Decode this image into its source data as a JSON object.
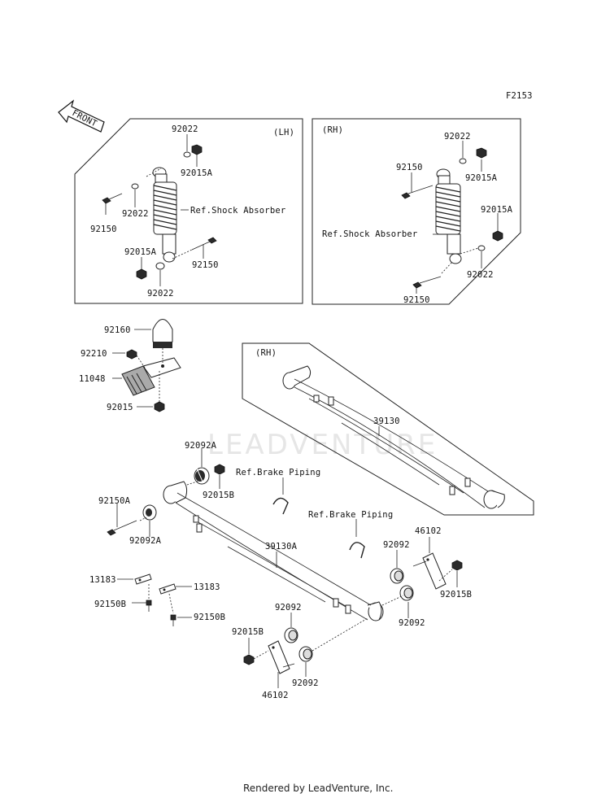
{
  "figure_code": "F2153",
  "front_label": "FRONT",
  "watermark": "LEADVENTURE",
  "footer": "Rendered by LeadVenture, Inc.",
  "panels": {
    "lh": "(LH)",
    "rh": "(RH)",
    "spring_rh": "(RH)"
  },
  "labels": {
    "lh_92022_top": "92022",
    "lh_92015A_top": "92015A",
    "lh_92022_mid": "92022",
    "lh_ref_shock": "Ref.Shock Absorber",
    "lh_92150_left": "92150",
    "lh_92015A_bot": "92015A",
    "lh_92150_right": "92150",
    "lh_92022_bot": "92022",
    "rh_92022_top": "92022",
    "rh_92150_top": "92150",
    "rh_92015A_top": "92015A",
    "rh_92015A_mid": "92015A",
    "rh_ref_shock": "Ref.Shock Absorber",
    "rh_92022_bot": "92022",
    "rh_92150_bot": "92150",
    "p92160": "92160",
    "p92210": "92210",
    "p11048": "11048",
    "p92015": "92015",
    "p39130": "39130",
    "p92092A_top": "92092A",
    "p92015B_top": "92015B",
    "ref_brake_1": "Ref.Brake Piping",
    "p92150A": "92150A",
    "p92092A_bot": "92092A",
    "ref_brake_2": "Ref.Brake Piping",
    "p39130A": "39130A",
    "p46102_right": "46102",
    "p92092_r1": "92092",
    "p92015B_right": "92015B",
    "p92092_r2": "92092",
    "p13183_left": "13183",
    "p13183_right": "13183",
    "p92150B_left": "92150B",
    "p92150B_right": "92150B",
    "p92092_mid": "92092",
    "p92015B_bot": "92015B",
    "p92092_bot": "92092",
    "p46102_bot": "46102"
  }
}
